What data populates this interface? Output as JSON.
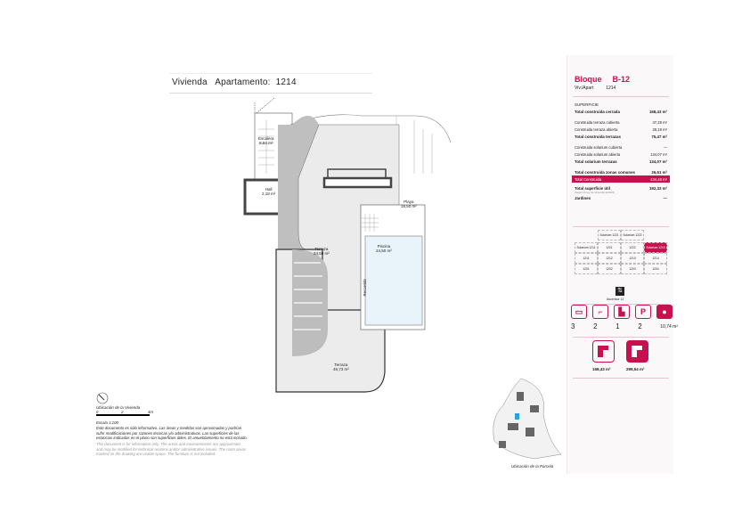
{
  "header": {
    "vivienda": "Vivienda",
    "apartamento": "Apartamento:",
    "number": "1214"
  },
  "plan": {
    "rooms": [
      {
        "name": "Escalera",
        "area": "8,84 m²"
      },
      {
        "name": "Hall",
        "area": "2,18 m²"
      },
      {
        "name": "Playa",
        "area": "18,50 m²"
      },
      {
        "name": "Piscina",
        "area": "24,50 m²"
      },
      {
        "name": "Terraza",
        "area": "24,50 m²"
      },
      {
        "name": "Terraza",
        "area": "46,73 m²"
      }
    ],
    "recorrido": "Recorrido"
  },
  "notes": {
    "ubicacion": "Ubicación de la Vivienda",
    "scale_ticks": [
      "0",
      "2",
      "4m"
    ],
    "escala": "Escala 1:100",
    "es": "Este documento es sólo informativo. Las áreas y medidas son aproximadas y podrían sufrir modificaciones por razones técnicas y/o administrativas. Las superficies de las estancias indicadas en el plano son superficies útiles. El amueblamiento no está incluido.",
    "en": "This document is for information only. The areas and measurements are approximate and may be modified for technical reasons and/or administrative issues. The room areas marked on the drawing are usable space. The furniture is not included."
  },
  "panel": {
    "bloque_label": "Bloque",
    "bloque": "B-12",
    "viv_label": "Viv./Apart",
    "viv": "1214",
    "superficie": "SUPERFICIE",
    "rows": [
      {
        "label": "Total construida cerrada",
        "value": "168,43 m²",
        "bold": true
      },
      {
        "label": "Construida terraza cubierta",
        "value": "47,28 m²"
      },
      {
        "label": "Construida terraza abierta",
        "value": "28,19 m²"
      },
      {
        "label": "Total construida terrazas",
        "value": "75,47 m²",
        "bold": true
      },
      {
        "label": "Construida solarium cubierta",
        "value": "—"
      },
      {
        "label": "Construida solarium abierta",
        "value": "134,07 m²"
      },
      {
        "label": "Total solarium terrazas",
        "value": "134,07 m²",
        "bold": true
      },
      {
        "label": "Total construida zonas comunes",
        "value": "26,51 m²",
        "bold": true
      },
      {
        "label": "Total Construida",
        "value": "434,48 m²"
      },
      {
        "label": "Total superficie útil",
        "value": "192,33 m²"
      },
      {
        "label": "(Según la ley de Vivienda 2/2023)",
        "value": ""
      },
      {
        "label": "Jardines",
        "value": "—"
      }
    ],
    "grid": [
      [
        "",
        "Solarium 1221",
        "Solarium 1222",
        ""
      ],
      [
        "Solarium 1211",
        "1221",
        "1222",
        "Solarium 1213"
      ],
      [
        "1211",
        "1212",
        "1213",
        "1214"
      ],
      [
        "1201",
        "1202",
        "1203",
        "1204"
      ]
    ],
    "ascensor": "Ascensor 12",
    "features": [
      {
        "icon": "bed-icon",
        "count": "3"
      },
      {
        "icon": "shower-icon",
        "count": "2"
      },
      {
        "icon": "toilet-icon",
        "count": "1"
      },
      {
        "icon": "parking-icon",
        "count": "2"
      },
      {
        "icon": "storage-icon",
        "count": "10,74 m²"
      }
    ],
    "areas": [
      "168,43 m²",
      "299,54 m²"
    ],
    "ubicacion_parcela": "Ubicación de la Parcela"
  },
  "colors": {
    "accent": "#c8104e"
  }
}
